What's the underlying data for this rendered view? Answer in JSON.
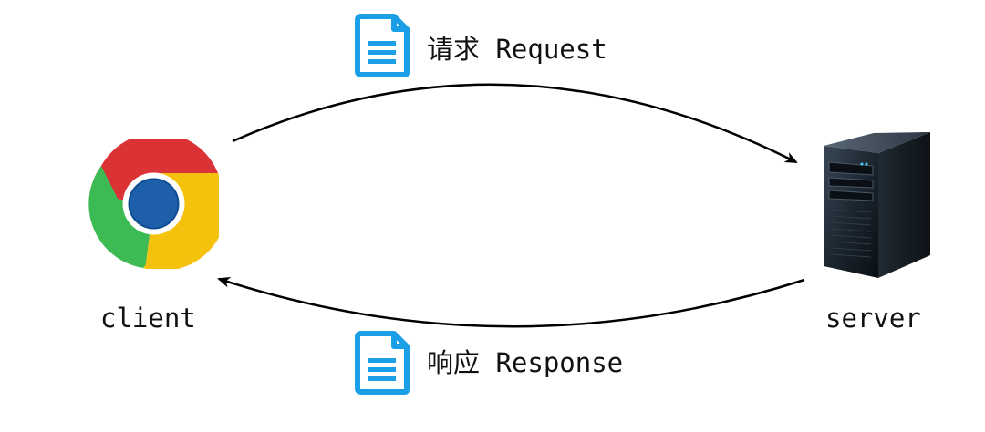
{
  "client": {
    "label": "client",
    "icon": "chrome-browser-icon"
  },
  "server": {
    "label": "server",
    "icon": "server-tower-icon"
  },
  "request": {
    "label": "请求 Request",
    "icon": "document-icon",
    "color": "#1a9ee6"
  },
  "response": {
    "label": "响应 Response",
    "icon": "document-icon",
    "color": "#1a9ee6"
  }
}
